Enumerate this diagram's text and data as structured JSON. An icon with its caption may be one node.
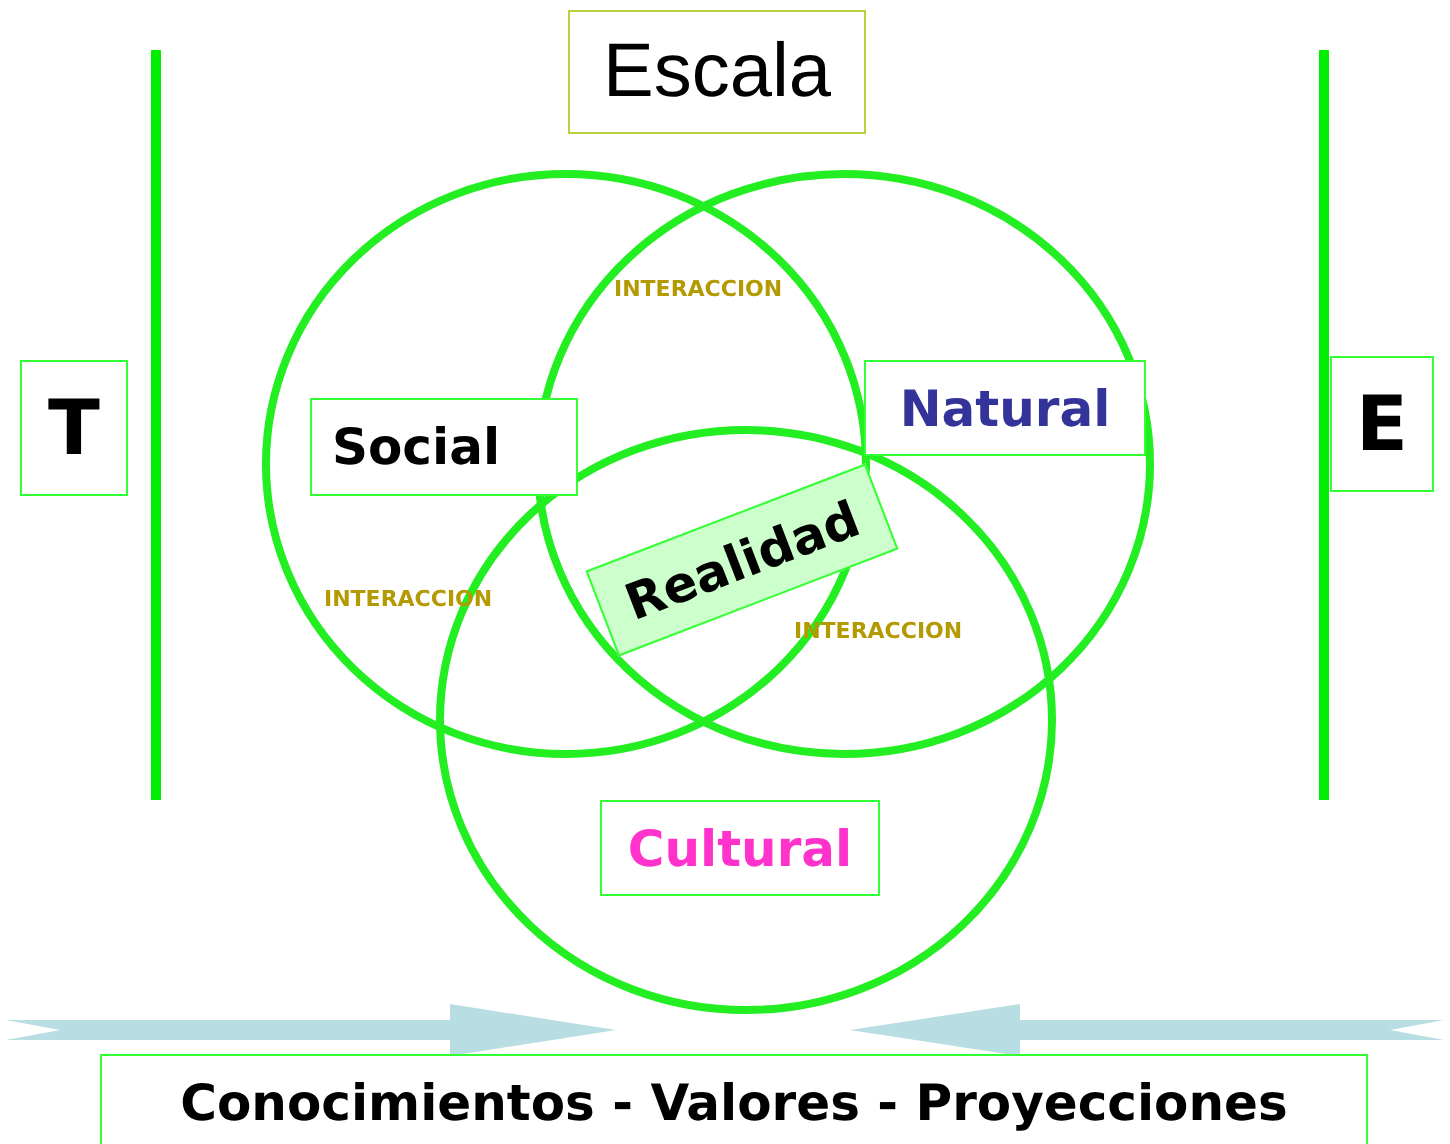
{
  "diagram": {
    "title": "Escala",
    "nodes": [
      {
        "text": [
          "T"
        ]
      },
      {
        "text": [
          "E"
        ]
      },
      {
        "text": [
          "Social"
        ]
      },
      {
        "text": [
          "Natural"
        ]
      },
      {
        "text": [
          "Realidad"
        ]
      },
      {
        "text": [
          "Cultural"
        ]
      },
      {
        "text": [
          "Conocimientos - Valores - Proyecciones"
        ]
      }
    ],
    "labels": [
      "INTERACCION",
      "INTERACCION",
      "INTERACCION"
    ]
  }
}
